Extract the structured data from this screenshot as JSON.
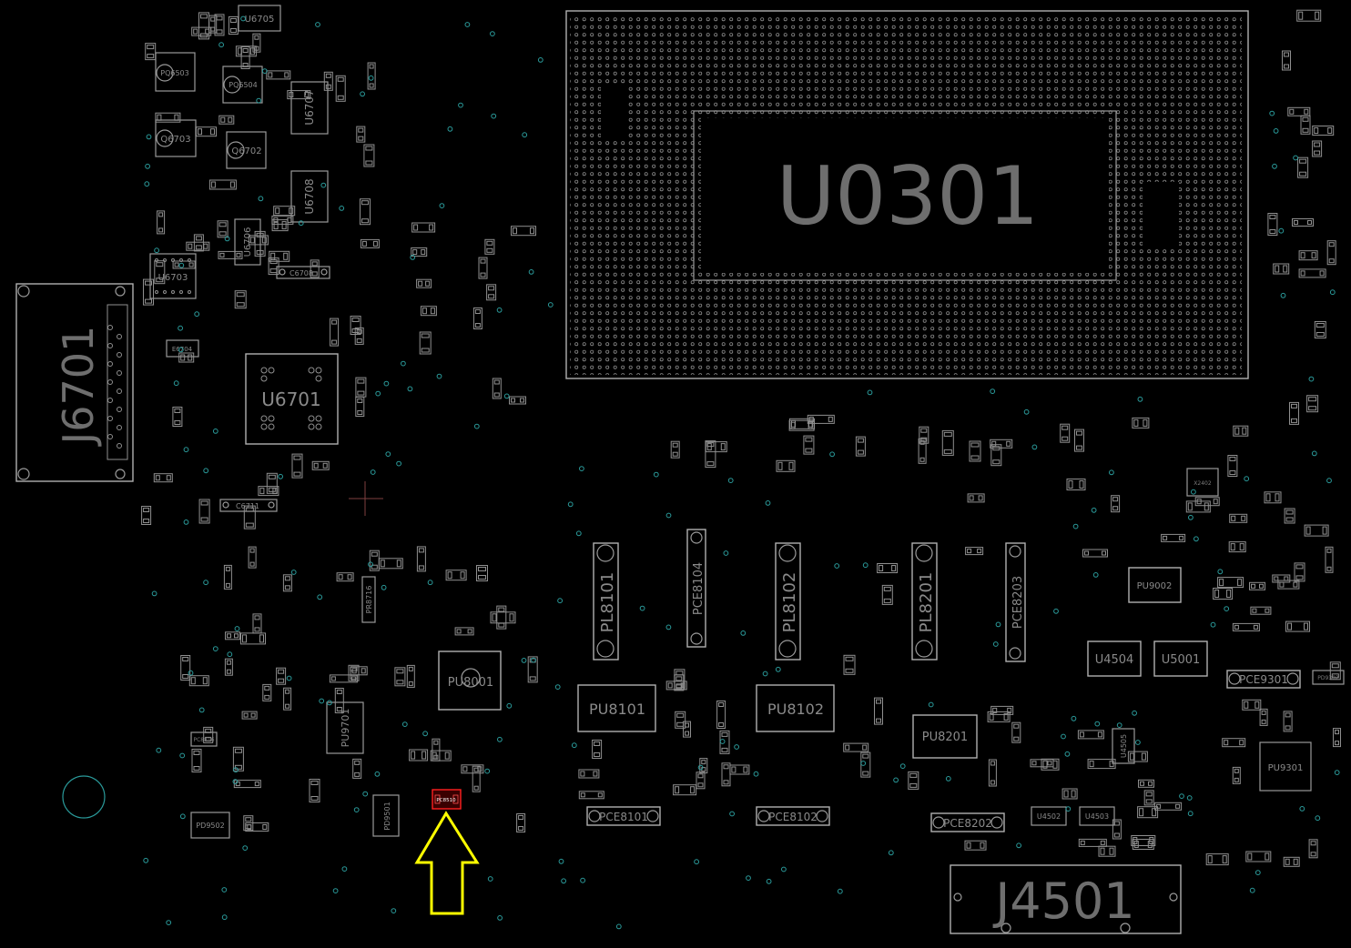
{
  "board": {
    "big_labels": {
      "u0301": "U0301",
      "j6701": "J6701",
      "j4501": "J4501",
      "u6701": "U6701",
      "pu8001": "PU8001",
      "pl8101": "PL8101",
      "pce8104": "PCE8104",
      "pl8102": "PL8102",
      "pl8201": "PL8201",
      "pce8203": "PCE8203",
      "pu8101": "PU8101",
      "pu8102": "PU8102",
      "pu8201": "PU8201",
      "pu9002": "PU9002",
      "u4504": "U4504",
      "u5001": "U5001",
      "pce9301": "PCE9301",
      "pce8101": "PCE8101",
      "pce8102": "PCE8102",
      "pce8202": "PCE8202",
      "u6705": "U6705",
      "u6707": "U6707",
      "u6708": "U6708",
      "u6706": "U6706",
      "u6703": "U6703",
      "q6703": "Q6703",
      "q6702": "Q6702",
      "pq6503": "PQ6503",
      "pq6504": "PQ6504",
      "c6708": "C6708",
      "c6711": "C6711",
      "pu9701": "PU9701",
      "pd9501": "PD9501",
      "pd9502": "PD9502",
      "prb716": "PR8716",
      "u4502": "U4502",
      "u4503": "U4503",
      "u4505": "U4505",
      "pu9301": "PU9301",
      "x2402": "X2402",
      "e6704": "E6704",
      "pc8816": "PC8816",
      "pd9302": "PD9302"
    },
    "highlight": {
      "label": "PC8510",
      "color": "#ff2020"
    },
    "marker": {
      "icon": "up-arrow-icon",
      "color": "#ffff00"
    }
  }
}
